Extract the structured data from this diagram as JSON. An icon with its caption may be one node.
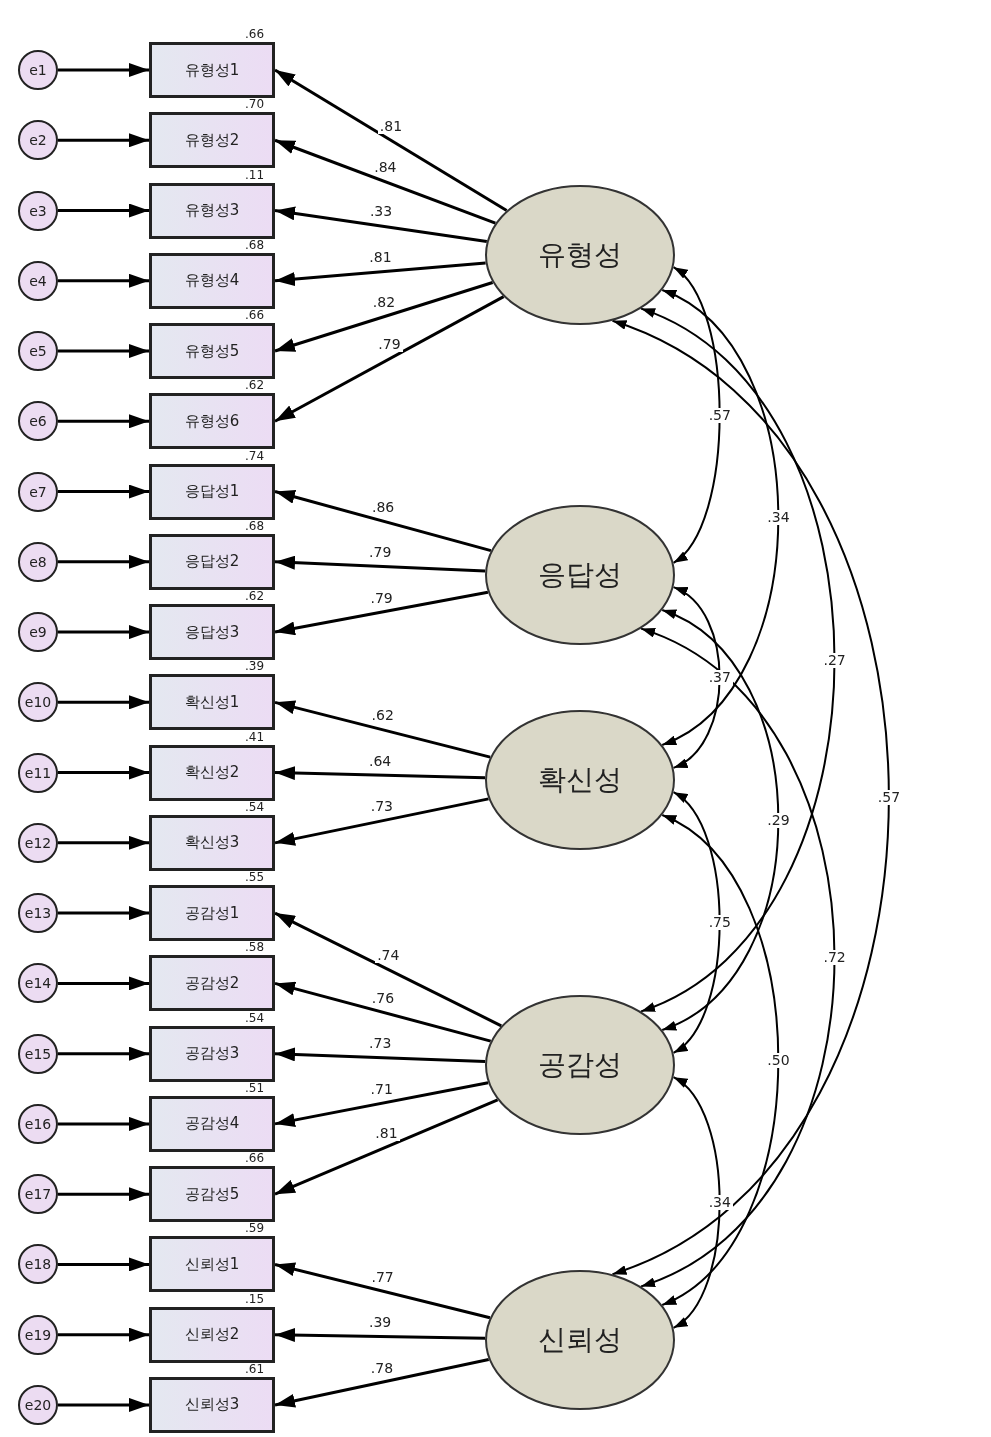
{
  "diagram": {
    "nodes": [
      {
        "text": [
          "e1"
        ]
      },
      {
        "text": [
          "e2"
        ]
      },
      {
        "text": [
          "e3"
        ]
      },
      {
        "text": [
          "e4"
        ]
      },
      {
        "text": [
          "e5"
        ]
      },
      {
        "text": [
          "e6"
        ]
      },
      {
        "text": [
          "e7"
        ]
      },
      {
        "text": [
          "e8"
        ]
      },
      {
        "text": [
          "e9"
        ]
      },
      {
        "text": [
          "e10"
        ]
      },
      {
        "text": [
          "e11"
        ]
      },
      {
        "text": [
          "e12"
        ]
      },
      {
        "text": [
          "e13"
        ]
      },
      {
        "text": [
          "e14"
        ]
      },
      {
        "text": [
          "e15"
        ]
      },
      {
        "text": [
          "e16"
        ]
      },
      {
        "text": [
          "e17"
        ]
      },
      {
        "text": [
          "e18"
        ]
      },
      {
        "text": [
          "e19"
        ]
      },
      {
        "text": [
          "e20"
        ]
      },
      {
        "text": [
          "유형성1"
        ],
        "beside": [
          ".66"
        ]
      },
      {
        "text": [
          "유형성2"
        ],
        "beside": [
          ".70"
        ]
      },
      {
        "text": [
          "유형성3"
        ],
        "beside": [
          ".11"
        ]
      },
      {
        "text": [
          "유형성4"
        ],
        "beside": [
          ".68"
        ]
      },
      {
        "text": [
          "유형성5"
        ],
        "beside": [
          ".66"
        ]
      },
      {
        "text": [
          "유형성6"
        ],
        "beside": [
          ".62"
        ]
      },
      {
        "text": [
          "응답성1"
        ],
        "beside": [
          ".74"
        ]
      },
      {
        "text": [
          "응답성2"
        ],
        "beside": [
          ".68"
        ]
      },
      {
        "text": [
          "응답성3"
        ],
        "beside": [
          ".62"
        ]
      },
      {
        "text": [
          "확신성1"
        ],
        "beside": [
          ".39"
        ]
      },
      {
        "text": [
          "확신성2"
        ],
        "beside": [
          ".41"
        ]
      },
      {
        "text": [
          "확신성3"
        ],
        "beside": [
          ".54"
        ]
      },
      {
        "text": [
          "공감성1"
        ],
        "beside": [
          ".55"
        ]
      },
      {
        "text": [
          "공감성2"
        ],
        "beside": [
          ".58"
        ]
      },
      {
        "text": [
          "공감성3"
        ],
        "beside": [
          ".54"
        ]
      },
      {
        "text": [
          "공감성4"
        ],
        "beside": [
          ".51"
        ]
      },
      {
        "text": [
          "공감성5"
        ],
        "beside": [
          ".66"
        ]
      },
      {
        "text": [
          "신뢰성1"
        ],
        "beside": [
          ".59"
        ]
      },
      {
        "text": [
          "신뢰성2"
        ],
        "beside": [
          ".15"
        ]
      },
      {
        "text": [
          "신뢰성3"
        ],
        "beside": [
          ".61"
        ]
      },
      {
        "text": [
          "유형성"
        ]
      },
      {
        "text": [
          "응답성"
        ]
      },
      {
        "text": [
          "확신성"
        ]
      },
      {
        "text": [
          "공감성"
        ]
      },
      {
        "text": [
          "신뢰성"
        ]
      }
    ],
    "edges": [
      {
        "from": 0,
        "to": 20,
        "arrow": "to"
      },
      {
        "from": 1,
        "to": 21,
        "arrow": "to"
      },
      {
        "from": 2,
        "to": 22,
        "arrow": "to"
      },
      {
        "from": 3,
        "to": 23,
        "arrow": "to"
      },
      {
        "from": 4,
        "to": 24,
        "arrow": "to"
      },
      {
        "from": 5,
        "to": 25,
        "arrow": "to"
      },
      {
        "from": 6,
        "to": 26,
        "arrow": "to"
      },
      {
        "from": 7,
        "to": 27,
        "arrow": "to"
      },
      {
        "from": 8,
        "to": 28,
        "arrow": "to"
      },
      {
        "from": 9,
        "to": 29,
        "arrow": "to"
      },
      {
        "from": 10,
        "to": 30,
        "arrow": "to"
      },
      {
        "from": 11,
        "to": 31,
        "arrow": "to"
      },
      {
        "from": 12,
        "to": 32,
        "arrow": "to"
      },
      {
        "from": 13,
        "to": 33,
        "arrow": "to"
      },
      {
        "from": 14,
        "to": 34,
        "arrow": "to"
      },
      {
        "from": 15,
        "to": 35,
        "arrow": "to"
      },
      {
        "from": 16,
        "to": 36,
        "arrow": "to"
      },
      {
        "from": 17,
        "to": 37,
        "arrow": "to"
      },
      {
        "from": 18,
        "to": 38,
        "arrow": "to"
      },
      {
        "from": 19,
        "to": 39,
        "arrow": "to"
      },
      {
        "from": 40,
        "to": 20,
        "arrow": "to",
        "label": ".81"
      },
      {
        "from": 40,
        "to": 21,
        "arrow": "to",
        "label": ".84"
      },
      {
        "from": 40,
        "to": 22,
        "arrow": "to",
        "label": ".33"
      },
      {
        "from": 40,
        "to": 23,
        "arrow": "to",
        "label": ".81"
      },
      {
        "from": 40,
        "to": 24,
        "arrow": "to",
        "label": ".82"
      },
      {
        "from": 40,
        "to": 25,
        "arrow": "to",
        "label": ".79"
      },
      {
        "from": 41,
        "to": 26,
        "arrow": "to",
        "label": ".86"
      },
      {
        "from": 41,
        "to": 27,
        "arrow": "to",
        "label": ".79"
      },
      {
        "from": 41,
        "to": 28,
        "arrow": "to",
        "label": ".79"
      },
      {
        "from": 42,
        "to": 29,
        "arrow": "to",
        "label": ".62"
      },
      {
        "from": 42,
        "to": 30,
        "arrow": "to",
        "label": ".64"
      },
      {
        "from": 42,
        "to": 31,
        "arrow": "to",
        "label": ".73"
      },
      {
        "from": 43,
        "to": 32,
        "arrow": "to",
        "label": ".74"
      },
      {
        "from": 43,
        "to": 33,
        "arrow": "to",
        "label": ".76"
      },
      {
        "from": 43,
        "to": 34,
        "arrow": "to",
        "label": ".73"
      },
      {
        "from": 43,
        "to": 35,
        "arrow": "to",
        "label": ".71"
      },
      {
        "from": 43,
        "to": 36,
        "arrow": "to",
        "label": ".81"
      },
      {
        "from": 44,
        "to": 37,
        "arrow": "to",
        "label": ".77"
      },
      {
        "from": 44,
        "to": 38,
        "arrow": "to",
        "label": ".39"
      },
      {
        "from": 44,
        "to": 39,
        "arrow": "to",
        "label": ".78"
      },
      {
        "from": 40,
        "to": 41,
        "arrow": "both",
        "label": ".57"
      },
      {
        "from": 40,
        "to": 42,
        "arrow": "both",
        "label": ".34"
      },
      {
        "from": 40,
        "to": 43,
        "arrow": "both",
        "label": ".27"
      },
      {
        "from": 40,
        "to": 44,
        "arrow": "both",
        "label": ".57"
      },
      {
        "from": 41,
        "to": 42,
        "arrow": "both",
        "label": ".37"
      },
      {
        "from": 41,
        "to": 43,
        "arrow": "both",
        "label": ".29"
      },
      {
        "from": 41,
        "to": 44,
        "arrow": "both",
        "label": ".72"
      },
      {
        "from": 42,
        "to": 43,
        "arrow": "both",
        "label": ".75"
      },
      {
        "from": 42,
        "to": 44,
        "arrow": "both",
        "label": ".50"
      },
      {
        "from": 43,
        "to": 44,
        "arrow": "both",
        "label": ".34"
      }
    ]
  }
}
